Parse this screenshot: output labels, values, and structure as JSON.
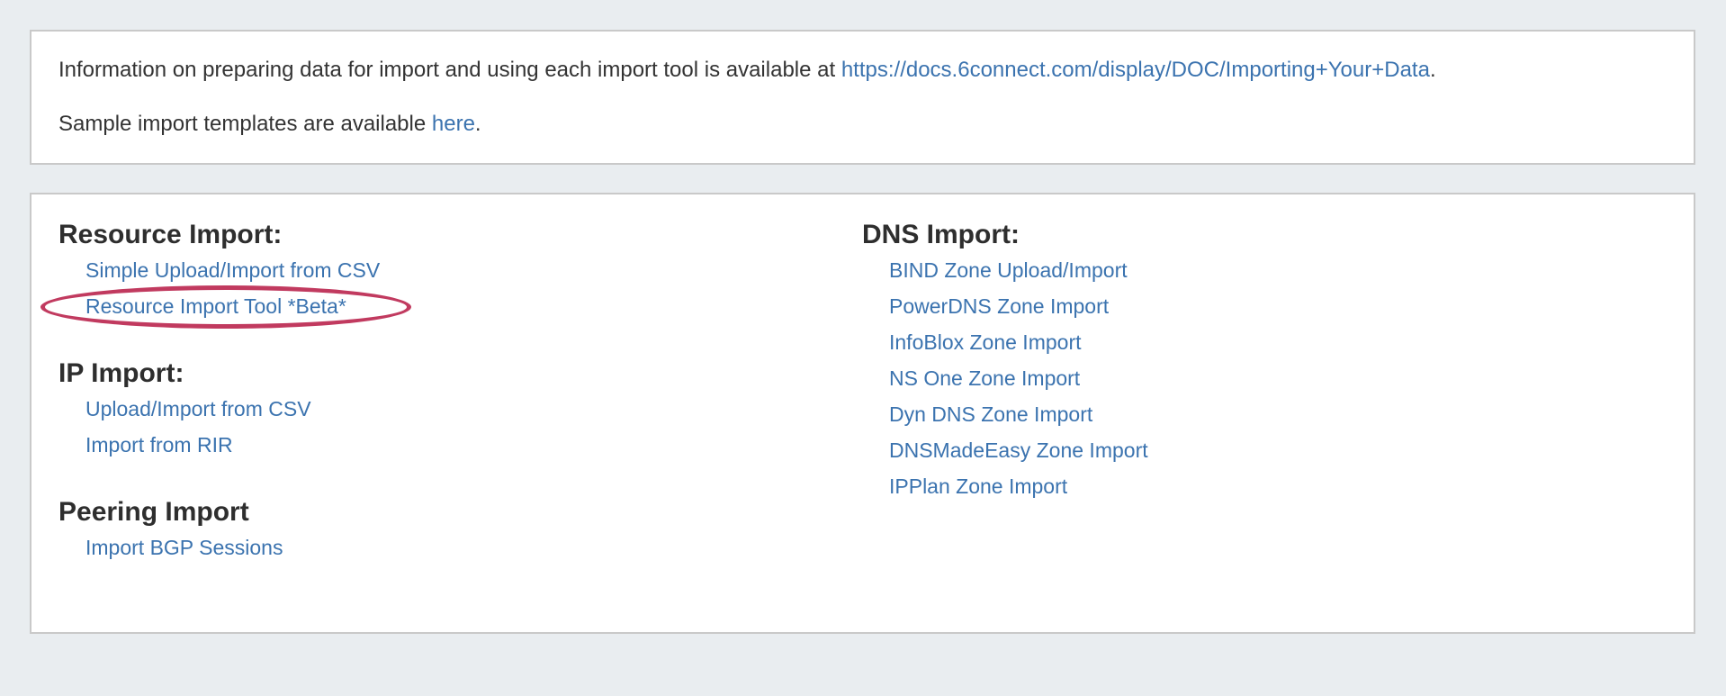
{
  "colors": {
    "page_background": "#e9edf0",
    "panel_border": "#c9c9c9",
    "accent_link": "#3b73af",
    "heading_text": "#2e2e2e",
    "body_text": "#333333",
    "highlight_ellipse": "#c13a5f"
  },
  "info_panel": {
    "line1": {
      "text_before": "Information on preparing data for import and using each import tool is available at ",
      "link": "https://docs.6connect.com/display/DOC/Importing+Your+Data",
      "text_after": "."
    },
    "line2": {
      "text_before": "Sample import templates are available ",
      "link": "here",
      "text_after": "."
    }
  },
  "import_panel": {
    "left_sections": [
      {
        "heading": "Resource Import:",
        "links": [
          "Simple Upload/Import from CSV",
          "Resource Import Tool *Beta*"
        ]
      },
      {
        "heading": "IP Import:",
        "links": [
          "Upload/Import from CSV",
          "Import from RIR"
        ]
      },
      {
        "heading": "Peering Import",
        "links": [
          "Import BGP Sessions"
        ]
      }
    ],
    "right_sections": [
      {
        "heading": "DNS Import:",
        "links": [
          "BIND Zone Upload/Import",
          "PowerDNS Zone Import",
          "InfoBlox Zone Import",
          "NS One Zone Import",
          "Dyn DNS Zone Import",
          "DNSMadeEasy Zone Import",
          "IPPlan Zone Import"
        ]
      }
    ],
    "highlight": {
      "target": "Resource Import Tool *Beta*",
      "color": "#c13a5f"
    }
  }
}
